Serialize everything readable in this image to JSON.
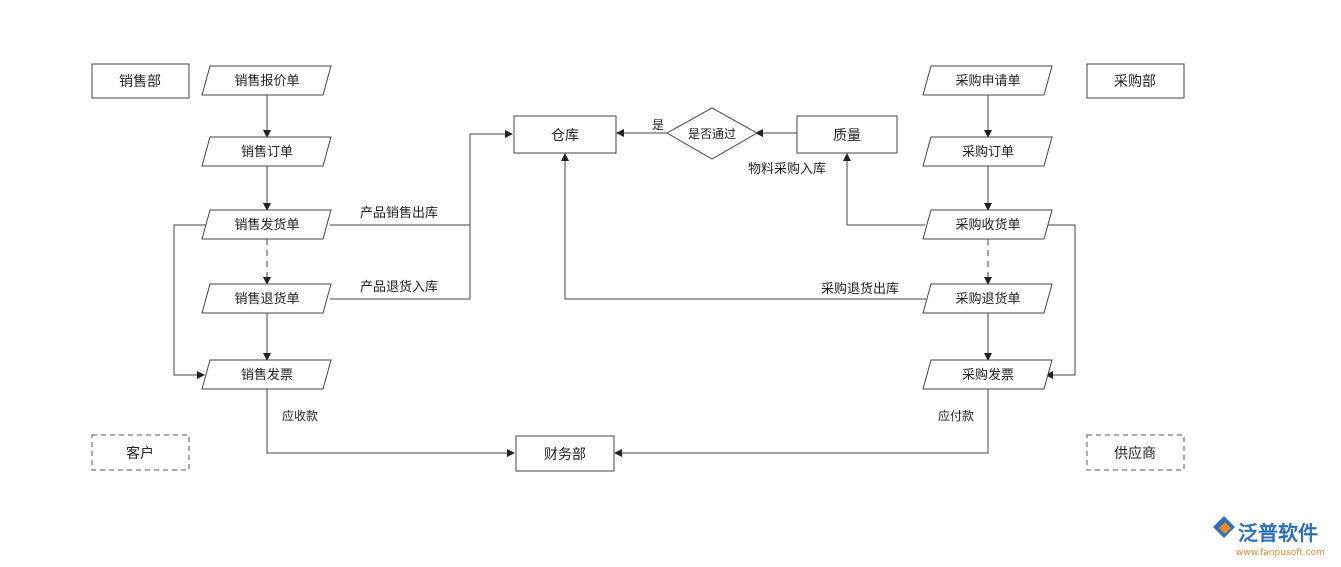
{
  "departments": {
    "sales": "销售部",
    "purchase": "采购部",
    "customer": "客户",
    "supplier": "供应商",
    "warehouse": "仓库",
    "finance": "财务部",
    "quality": "质量"
  },
  "decision": {
    "label": "是否通过",
    "yes": "是"
  },
  "sales_docs": {
    "quote": "销售报价单",
    "order": "销售订单",
    "delivery": "销售发货单",
    "return": "销售退货单",
    "invoice": "销售发票"
  },
  "purchase_docs": {
    "request": "采购申请单",
    "order": "采购订单",
    "receipt": "采购收货单",
    "return": "采购退货单",
    "invoice": "采购发票"
  },
  "edge_labels": {
    "product_out": "产品销售出库",
    "product_return_in": "产品退货入库",
    "material_in": "物料采购入库",
    "purchase_return_out": "采购退货出库",
    "receivable": "应收款",
    "payable": "应付款"
  },
  "logo": {
    "name": "泛普软件",
    "url": "www.fanpusoft.com"
  },
  "colors": {
    "line": "#444444",
    "logo_blue": "#2e6fb6",
    "logo_orange": "#e8892b"
  }
}
